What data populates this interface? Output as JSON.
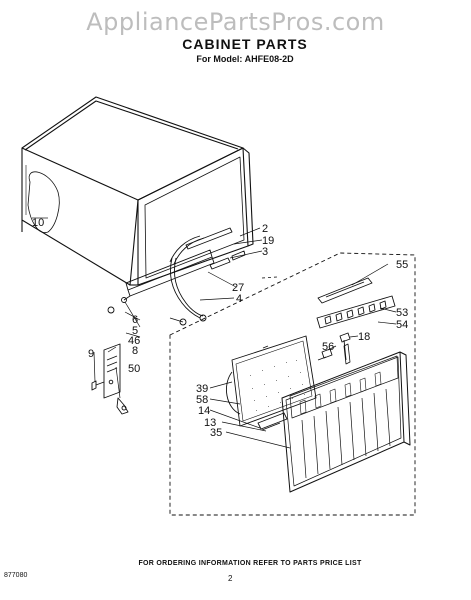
{
  "watermark": "AppliancePartsPros.com",
  "header": {
    "title": "CABINET PARTS",
    "model_line": "For Model: AHFE08-2D"
  },
  "callouts": {
    "n10": "10",
    "n2": "2",
    "n19": "19",
    "n3": "3",
    "n27": "27",
    "n4": "4",
    "n6": "6",
    "n5": "5",
    "n46": "46",
    "n8": "8",
    "n9": "9",
    "n50": "50",
    "n55": "55",
    "n53": "53",
    "n54": "54",
    "n18": "18",
    "n56": "56",
    "n39": "39",
    "n58": "58",
    "n14": "14",
    "n13": "13",
    "n35": "35"
  },
  "footer": {
    "ordering_note": "FOR ORDERING INFORMATION REFER TO PARTS PRICE LIST",
    "doc_number": "877080",
    "page_number": "2"
  }
}
